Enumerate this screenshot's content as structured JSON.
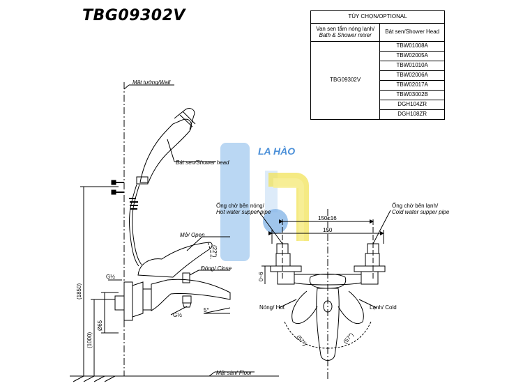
{
  "title": "TBG09302V",
  "table": {
    "header": "TÙY CHỌN/OPTIONAL",
    "col1_line1": "Van sen tắm nóng lạnh/",
    "col1_line2": "Bath & Shower mixer",
    "col2": "Bát sen/Shower Head",
    "mixer_model": "TBG09302V",
    "shower_heads": [
      "TBW01008A",
      "TBW02005A",
      "TBW01010A",
      "TBW02006A",
      "TBW02017A",
      "TBW03002B",
      "DGH104ZR",
      "DGH108ZR"
    ]
  },
  "side_view": {
    "wall_label": "Mặt tường/Wall",
    "floor_label": "Mặt sàn/ Floor",
    "shower_head_label": "Bát sen/Shower head",
    "open_label": "Mở/ Open",
    "close_label": "Đóng/ Close",
    "angle_open": "(22°)",
    "angle_spout": "5°",
    "thread_top": "G½",
    "thread_bottom": "G½",
    "dim_total": "(1850)",
    "dim_mixer": "(1000)",
    "dim_body": "Ø65"
  },
  "front_view": {
    "hot_pipe_label_vi": "Ống chờ bên nóng/",
    "hot_pipe_label_en": "Hot water supper pipe",
    "cold_pipe_label_vi": "Ống chờ bên lạnh/",
    "cold_pipe_label_en": "Cold water supper pipe",
    "dim_spacing_tol": "150±16",
    "dim_spacing": "150",
    "dim_offset": "0~6",
    "hot_label": "Nóng/ Hot",
    "cold_label": "Lạnh/ Cold",
    "angle_hot": "(57°)",
    "angle_cold": "(57°)"
  },
  "watermark": {
    "text": "LA HÀO",
    "colors": {
      "blue": "#8bb8e8",
      "yellow": "#f2e35a",
      "text": "#4a8fd8"
    }
  }
}
